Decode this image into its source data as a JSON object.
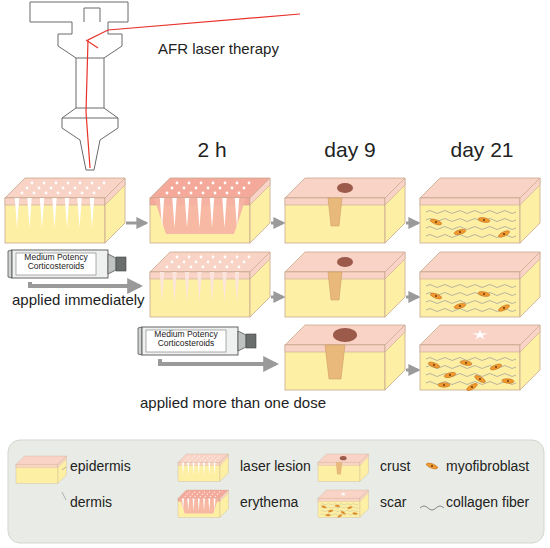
{
  "diagram": {
    "labels": [
      "AFR laser therapy",
      "2 h",
      "day 9",
      "day 21",
      "Medium Potency Corticosteroids",
      "applied immediately",
      "Medium Potency Corticosteroids",
      "applied more than one dose"
    ],
    "legend": [
      {
        "text": "epidermis",
        "color": "#f8d3c6"
      },
      {
        "text": "dermis",
        "color": "#fdf0a5"
      },
      {
        "text": "laser lesion"
      },
      {
        "text": "erythema"
      },
      {
        "text": "crust"
      },
      {
        "text": "scar"
      },
      {
        "text": "myofibroblast"
      },
      {
        "text": "collagen fiber"
      }
    ]
  }
}
